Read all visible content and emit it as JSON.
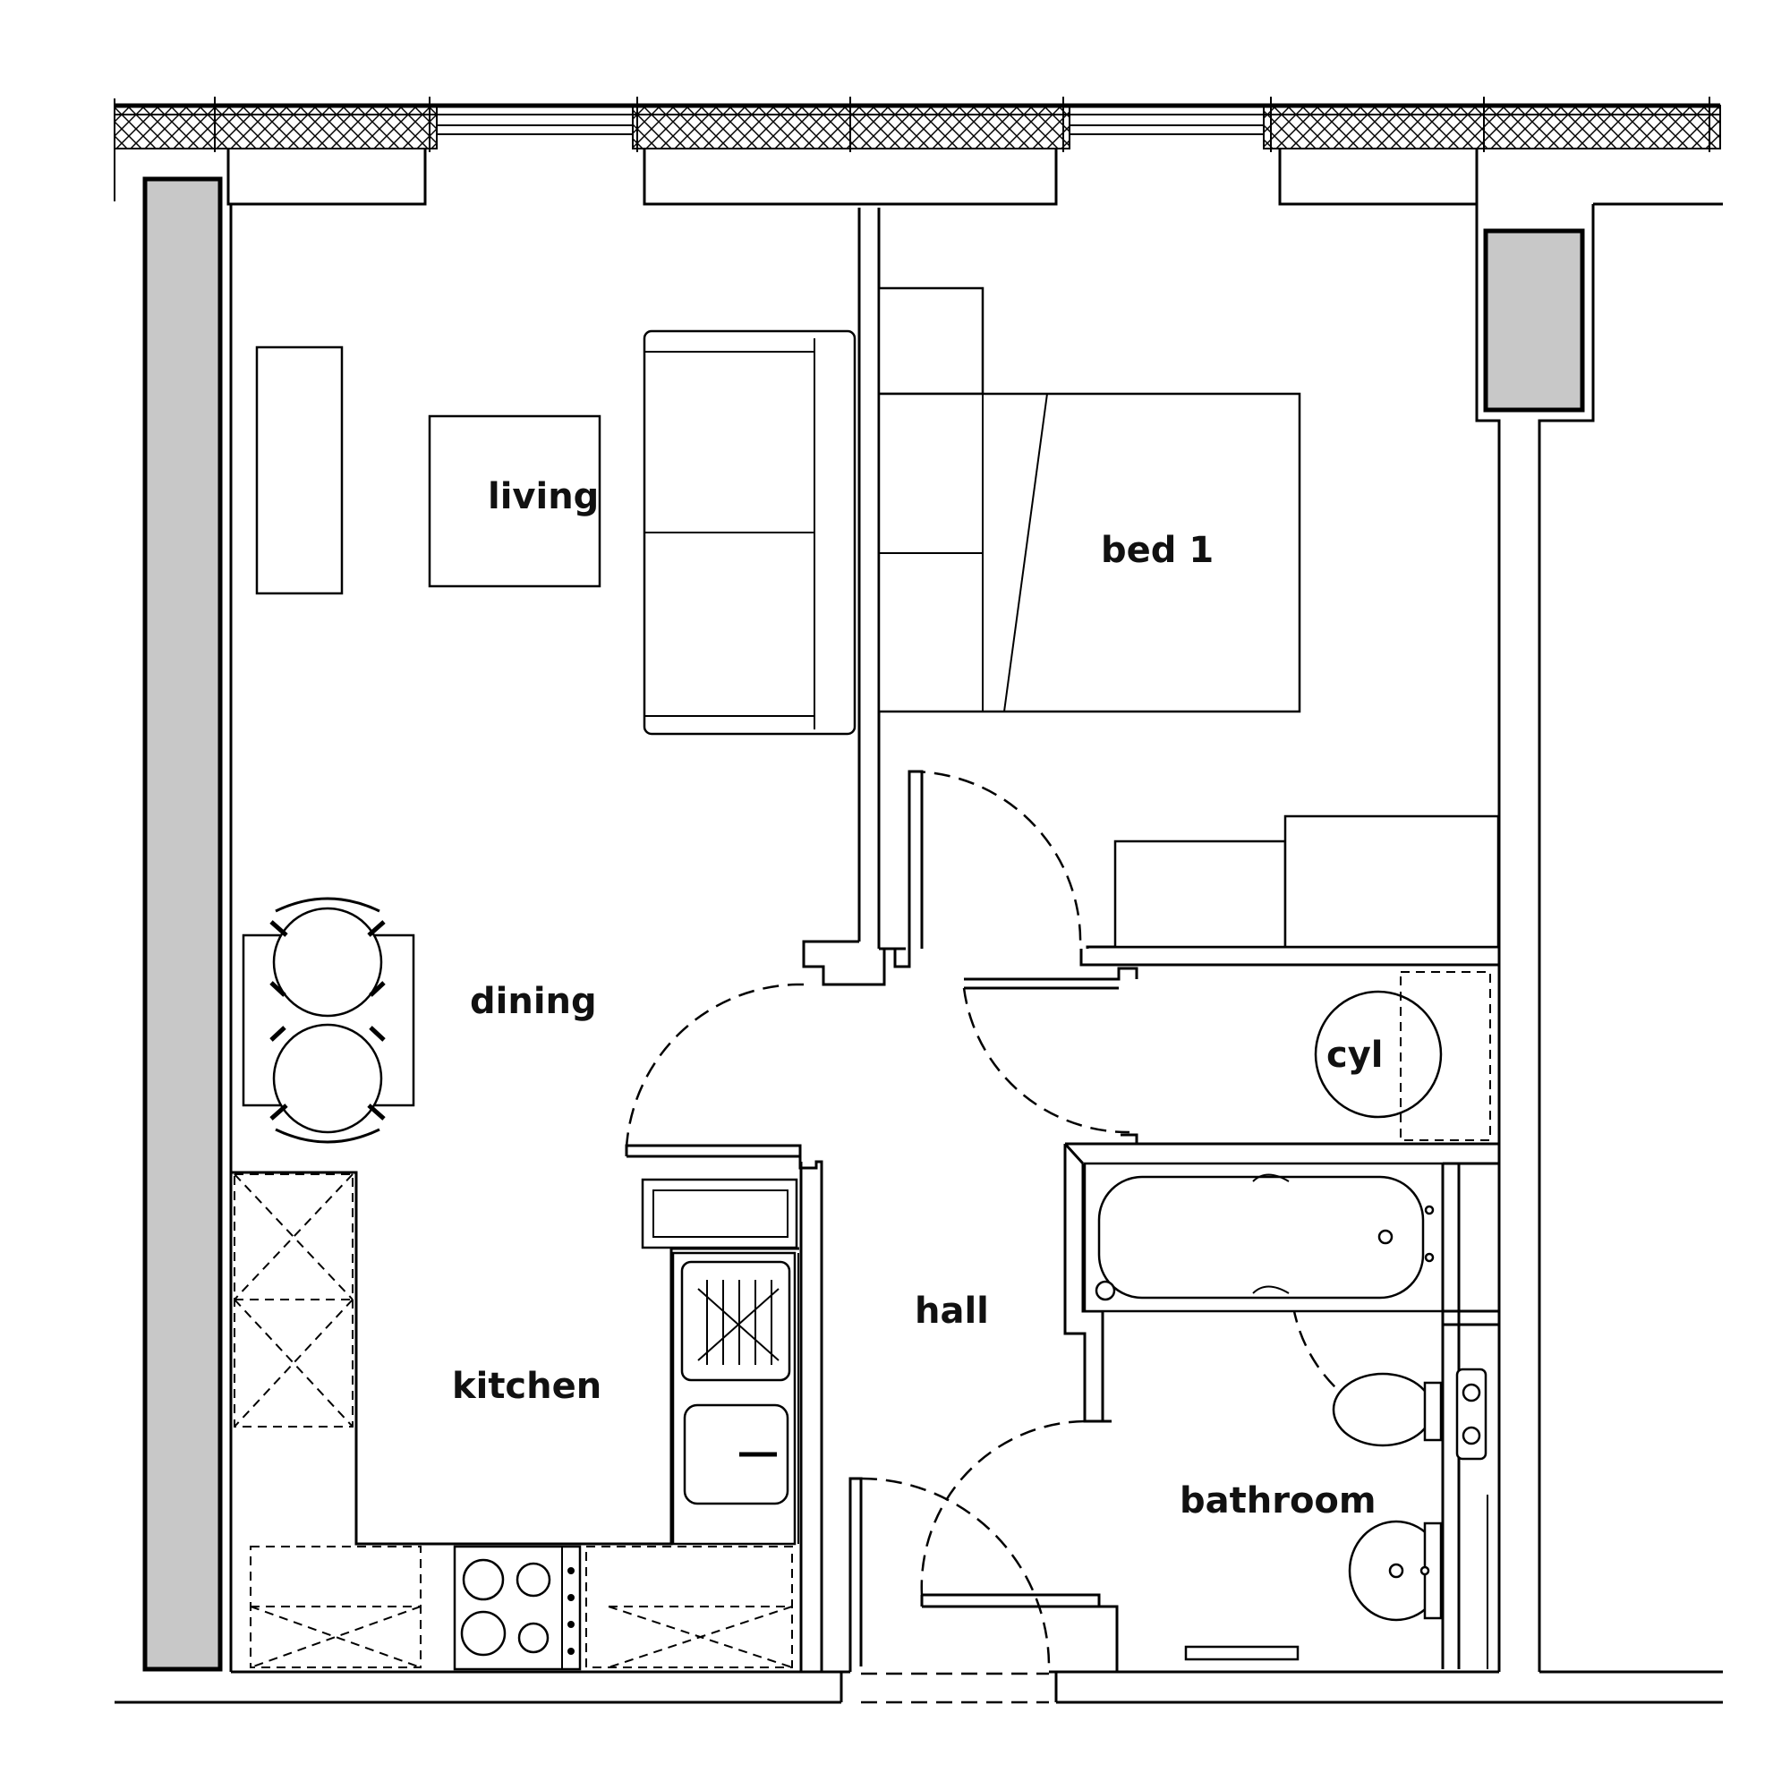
{
  "plan": {
    "rooms": {
      "living": "living",
      "bed1": "bed 1",
      "dining": "dining",
      "cyl": "cyl",
      "hall": "hall",
      "kitchen": "kitchen",
      "bathroom": "bathroom"
    }
  }
}
